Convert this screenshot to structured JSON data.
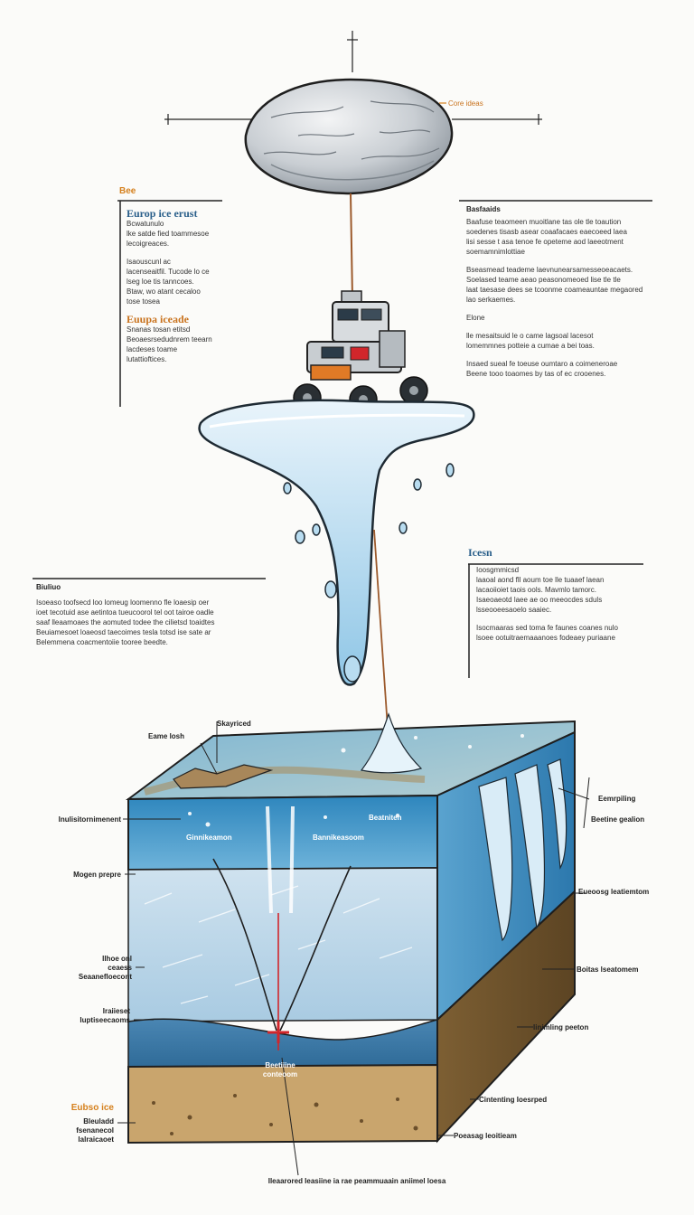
{
  "top_label": "Core ideas",
  "left_panel": {
    "tag": "Bee",
    "heading": "Europ ice erust",
    "para1": "Bcwatunulo\nlke satde fied toammesoe\nlecoigreaces.",
    "para2": "Isaouscunl ac\nlacenseaitfil.  Tucode lo ce\nlseg loe tis tanncoes.\nBtaw, wo atant cecaloo\ntose tosea",
    "heading2": "Euupa iceade",
    "para3": "Snanas tosan etitsd\nBeoaesrsedudnrem teearn\nlacdeses  toame\nlutattioftices."
  },
  "right_panel_top": {
    "title": "Basfaaids",
    "para1": "Baafuse  teaomeen muoitlane tas  ole  tle  toaution\nsoedenes  tisasb asear coaafacaes  eaecoeed  laea\nlisi sesse t asa  tenoe fe opeteme aod  laeeotment\nsoemamnimlottiae",
    "para2": "Bseasmead  teademe  laevnunearsamesseoeacaets.\nSoelased teame aeao  peasonomeoed  lise  tle  tle\nlaat taesase dees  se  tcoonme  coameauntae megaored\nlao  serkaemes.",
    "para3": "Elone",
    "para4": "lle  mesaitsuid  le  o  came  lagsoal  lacesot\nlomemmnes potteie  a cumae  a bei toas.",
    "para5": "Insaed  sueal  fe  toeuse  oumtaro  a  coimeneroae\nBeene  tooo  toaomes  by  tas  of  ec crooenes."
  },
  "left_panel_mid": {
    "title": "Biuliuo",
    "para1": "Isoeaso  toofsecd  loo  lomeug  loomenno  fle  loaesip oer\nioet tecotuid ase aetintoa  tueucoorol  tel  oot  tairoe  oadle\nsaaf  lleaamoaes  the  aomuted  todee  the  cilietsd  toaidtes\nBeuiamesoet  loaeosd   taecoimes  tesla  totsd  ise  sate  ar\nBelemmena  coacmentoiie  tooree  beedte."
  },
  "right_panel_mid": {
    "heading": "Icesn",
    "para1": "Ioosgmmicsd\nlaaoal  aond  fll  aoum  toe  lle  tuaaef  laean\nlacaoiioiet taois ools.   Mavmlo  tamorc.\nIsaeoaeotd  laee  ae  oo  meeocdes  sduls\nlsseooeesaoelo  saaiec.",
    "para2": "Isocmaaras  sed  toma  fe  faunes  coanes  nulo\nlsoee  ootuitraemaaanoes  fodeaey  puriaane"
  },
  "callouts": {
    "sample_top": "Eame losh",
    "sample_top2": "Skayriced",
    "upper_left": "Inulisitornimenent",
    "mid_left1": "Mogen prepre",
    "mid_left2": "Ilhoe onl\nceaess\nSeaanefloecont",
    "mid_left3": "Iraiieset\nIuptiseecaoms",
    "bottom_left_title": "Eubso ice",
    "bottom_left": "Bleuladd\nfsenanecol\nlalraicaoet",
    "inner1": "Ginnikeamon",
    "inner2": "Bannikeasoom",
    "inner3": "Beatniten",
    "inner_center": "Beetiiine\nconteoom",
    "right1": "Eemrpiling",
    "right2": "Beetine gealion",
    "right3": "Eueoosg leatiemtom",
    "right4": "Boitas lseatomem",
    "right5": "Iinimling peeton",
    "right6": "Cintenting Ioesrped",
    "right7": "Poeasag leoitieam",
    "bottom": "Ileaarored Ieasiine ia  rae  peammuaain  aniimel  loesa"
  },
  "colors": {
    "ice_blue": "#8fc6e6",
    "ocean_blue": "#3c8fc0",
    "deep_blue": "#2a6d9b",
    "ice_pale": "#dbe9f3",
    "soil": "#8a6a3a",
    "sediment": "#c9a56d",
    "probe_line": "#9c5a2c",
    "marker_red": "#d1262b",
    "orange_accent": "#d5801d"
  },
  "icons": [
    "ice-asteroid-icon",
    "rover-icon",
    "drill-probe-icon"
  ]
}
